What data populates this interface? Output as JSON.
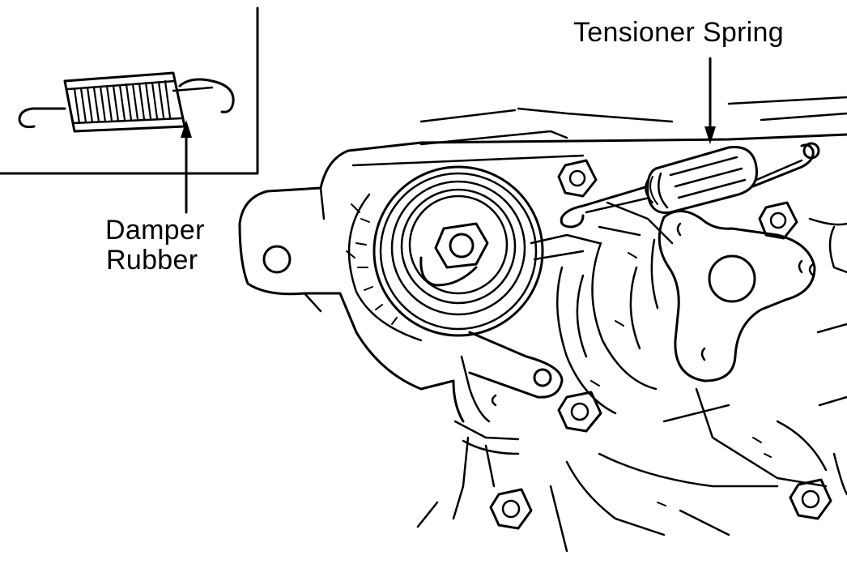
{
  "labels": {
    "tensioner_spring": "Tensioner Spring",
    "damper_line1": "Damper",
    "damper_line2": "Rubber"
  },
  "colors": {
    "ink": "#000000",
    "paper": "#ffffff"
  }
}
